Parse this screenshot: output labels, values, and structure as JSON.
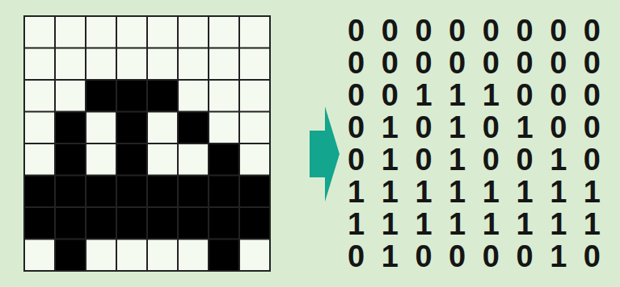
{
  "diagram": {
    "labels": [
      "0 0 0 0 0 0 0 0",
      "0 0 0 0 0 0 0 0",
      "0 0 1 1 1 0 0 0",
      "0 1 0 1 0 1 0 0",
      "0 1 0 1 0 0 1 0",
      "1 1 1 1 1 1 1 1",
      "1 1 1 1 1 1 1 1",
      "0 1 0 0 0 0 1 0"
    ]
  }
}
